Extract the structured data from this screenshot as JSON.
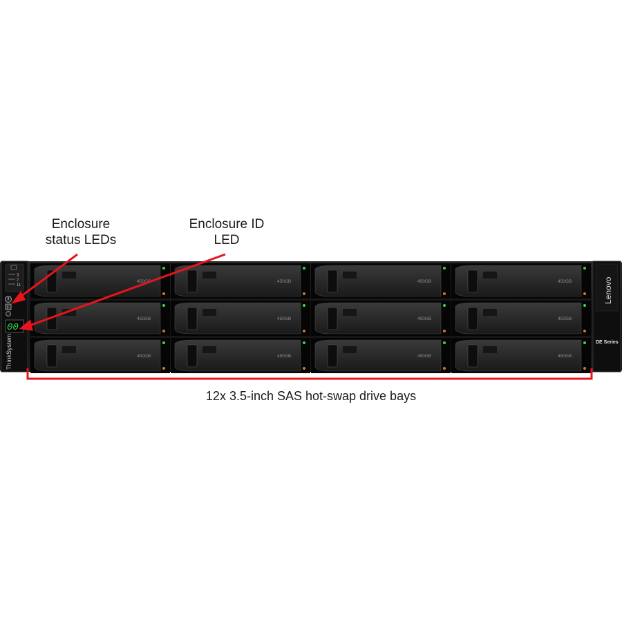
{
  "product": {
    "brand_vertical": "ThinkSystem",
    "brand_right": "Lenovo",
    "series_label": "DE Series",
    "enclosure_id_display": "00",
    "status_led_labels": [
      "3",
      "7",
      "11"
    ]
  },
  "callouts": {
    "status_leds": {
      "line1": "Enclosure",
      "line2": "status LEDs"
    },
    "enclosure_id": {
      "line1": "Enclosure ID",
      "line2": "LED"
    },
    "drive_bays": {
      "text": "12x 3.5-inch SAS hot-swap drive bays"
    }
  },
  "drives": {
    "rows": 3,
    "columns": 4,
    "capacity_label": "450GB",
    "activity_led_color": "#3ad64a",
    "fault_led_color": "#d9752a"
  },
  "colors": {
    "chassis": "#121212",
    "bezel": "#0c0c0c",
    "drive_carrier": "#2a2a2a",
    "callout_line": "#e8141c",
    "id_led_digits": "#2ee052"
  }
}
